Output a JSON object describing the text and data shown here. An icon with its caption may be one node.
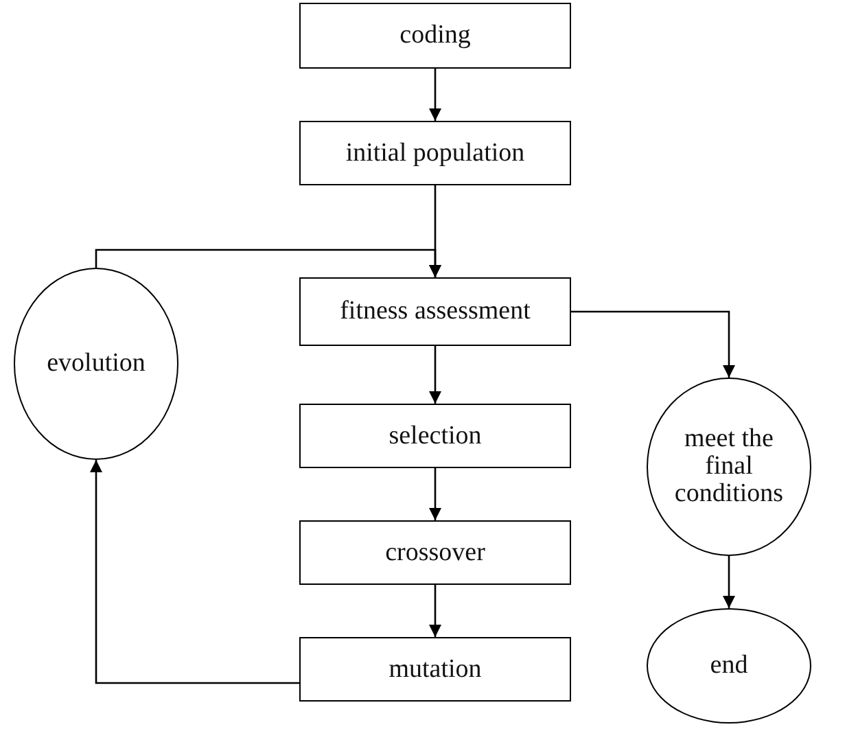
{
  "diagram": {
    "nodes": [
      {
        "text": [
          "coding"
        ]
      },
      {
        "text": [
          "initial population"
        ]
      },
      {
        "text": [
          "fitness assessment"
        ]
      },
      {
        "text": [
          "selection"
        ]
      },
      {
        "text": [
          "crossover"
        ]
      },
      {
        "text": [
          "mutation"
        ]
      },
      {
        "text": [
          "evolution"
        ]
      },
      {
        "text": [
          "meet the final conditions"
        ]
      },
      {
        "text": [
          "end"
        ]
      }
    ],
    "edges": [
      {
        "from": 0,
        "to": 1,
        "arrow": "to"
      },
      {
        "from": 1,
        "to": 2,
        "arrow": "to"
      },
      {
        "from": 2,
        "to": 3,
        "arrow": "to"
      },
      {
        "from": 3,
        "to": 4,
        "arrow": "to"
      },
      {
        "from": 4,
        "to": 5,
        "arrow": "to"
      },
      {
        "from": 5,
        "to": 6,
        "arrow": "to"
      },
      {
        "from": 6,
        "to": 2,
        "arrow": "to"
      },
      {
        "from": 2,
        "to": 7,
        "arrow": "to"
      },
      {
        "from": 7,
        "to": 8,
        "arrow": "to"
      }
    ]
  }
}
